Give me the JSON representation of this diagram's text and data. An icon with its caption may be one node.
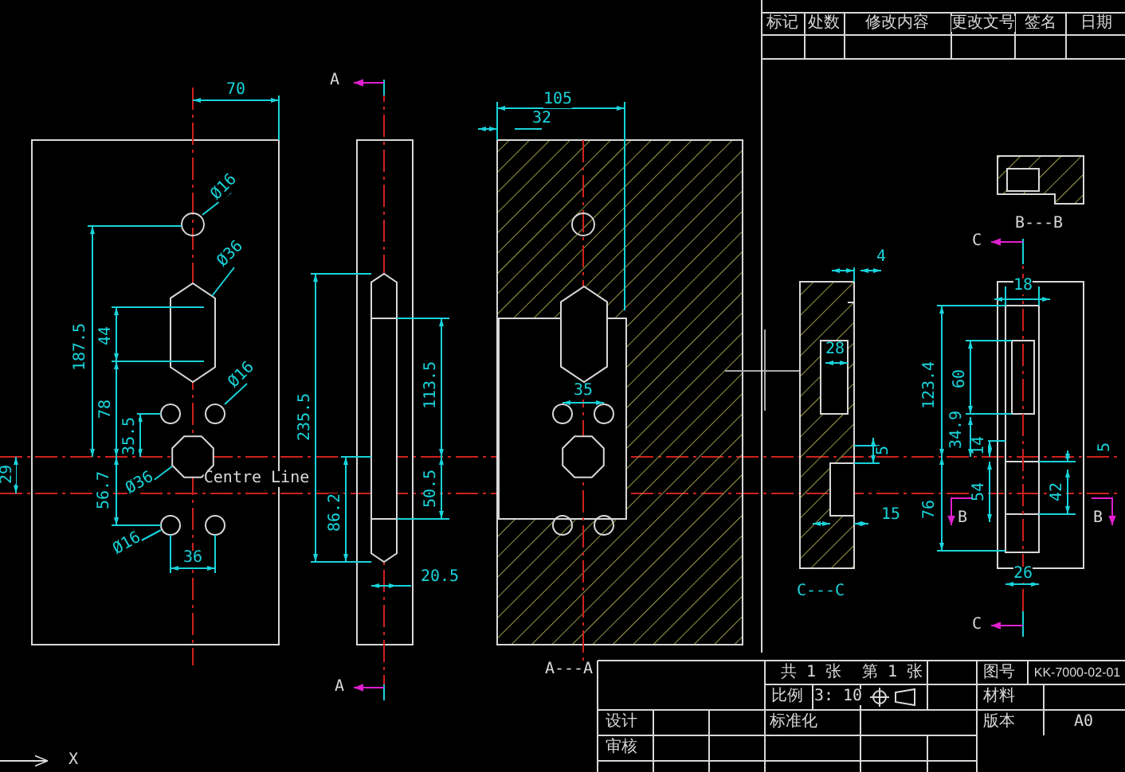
{
  "diagram": {
    "labels": [
      "标记",
      "处数",
      "修改内容",
      "更改文号",
      "签名",
      "日期",
      "A",
      "70",
      "105",
      "32",
      "Ø16",
      "Ø36",
      "B---B",
      "C",
      "4",
      "187.5",
      "44",
      "18",
      "28",
      "Ø16",
      "123.4",
      "60",
      "235.5",
      "113.5",
      "78",
      "35",
      "35.5",
      "34.9",
      "14",
      "5",
      "29",
      "Ø36",
      "Centre Line",
      "56.7",
      "86.2",
      "50.5",
      "5",
      "54",
      "42",
      "15",
      "76",
      "B",
      "B",
      "Ø16",
      "36",
      "20.5",
      "26",
      "C---C",
      "C",
      "A---A",
      "A",
      "共 1 张",
      "第 1 张",
      "图号",
      "KK-7000-02-01",
      "比例",
      "3: 10",
      "材料",
      "设计",
      "标准化",
      "版本",
      "A0",
      "审核",
      "X"
    ]
  }
}
